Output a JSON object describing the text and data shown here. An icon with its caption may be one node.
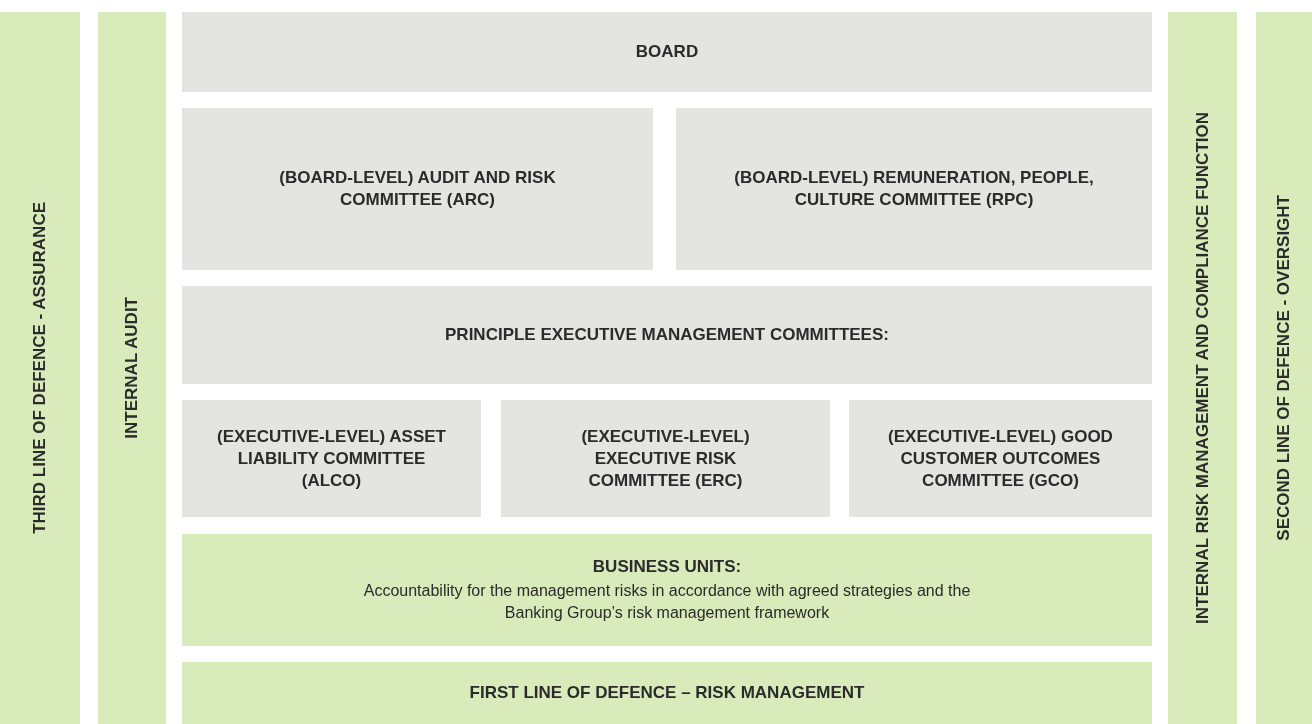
{
  "diagram": {
    "nodes": [
      {
        "text": [
          "THIRD LINE OF DEFENCE - ASSURANCE"
        ]
      },
      {
        "text": [
          "INTERNAL AUDIT"
        ]
      },
      {
        "text": [
          "BOARD"
        ]
      },
      {
        "text": [
          "(BOARD-LEVEL) AUDIT AND RISK COMMITTEE (ARC)"
        ]
      },
      {
        "text": [
          "(BOARD-LEVEL) REMUNERATION, PEOPLE, CULTURE COMMITTEE (RPC)"
        ]
      },
      {
        "text": [
          "PRINCIPLE EXECUTIVE MANAGEMENT COMMITTEES:"
        ]
      },
      {
        "text": [
          "(EXECUTIVE-LEVEL) ASSET LIABILITY COMMITTEE (ALCO)"
        ]
      },
      {
        "text": [
          "(EXECUTIVE-LEVEL) EXECUTIVE RISK COMMITTEE (ERC)"
        ]
      },
      {
        "text": [
          "(EXECUTIVE-LEVEL) GOOD CUSTOMER OUTCOMES COMMITTEE (GCO)"
        ]
      },
      {
        "text": [
          "BUSINESS UNITS:",
          "Accountability for the management risks in accordance with agreed strategies and the Banking Group’s risk management framework"
        ]
      },
      {
        "text": [
          "FIRST LINE OF DEFENCE – RISK MANAGEMENT"
        ]
      },
      {
        "text": [
          "INTERNAL RISK MANAGEMENT AND COMPLIANCE FUNCTION"
        ]
      },
      {
        "text": [
          "SECOND LINE OF DEFENCE - OVERSIGHT"
        ]
      }
    ]
  }
}
